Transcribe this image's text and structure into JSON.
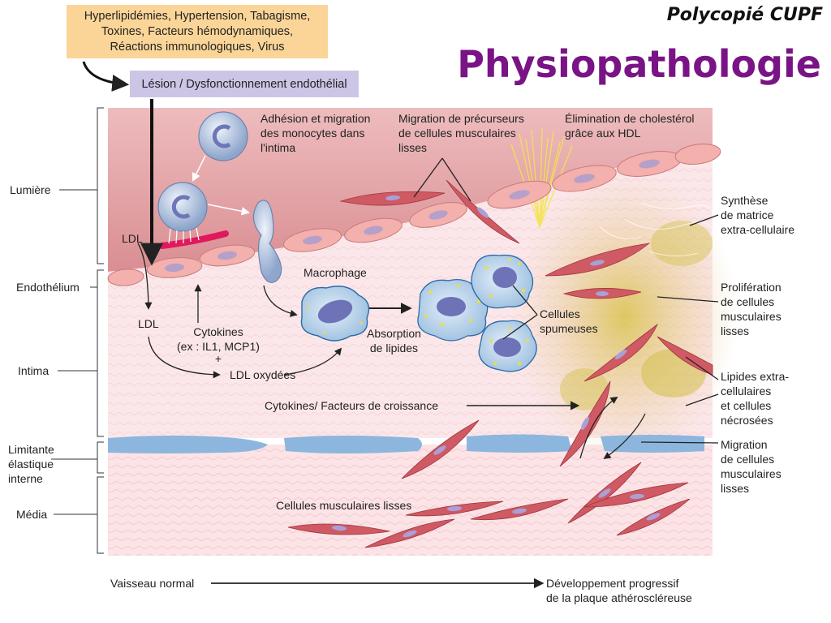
{
  "header": {
    "brand": "Polycopié CUPF",
    "title": "Physiopathologie"
  },
  "risk_factors": [
    "Hyperlipidémies, Hypertension, Tabagisme,",
    "Toxines, Facteurs hémodynamiques,",
    "Réactions immunologiques, Virus"
  ],
  "lesion": "Lésion / Dysfonctionnement endothélial",
  "layers": {
    "lumiere": "Lumière",
    "endothelium": "Endothélium",
    "intima": "Intima",
    "limitante": [
      "Limitante",
      "élastique",
      "interne"
    ],
    "media": "Média"
  },
  "labels": {
    "adhesion": [
      "Adhésion et migration",
      "des monocytes dans",
      "l'intima"
    ],
    "migration_precursors": [
      "Migration de précurseurs",
      "de cellules musculaires",
      "lisses"
    ],
    "hdl": [
      "Élimination de cholestérol",
      "grâce aux HDL"
    ],
    "ldl_top": "LDL",
    "ldl_mid": "LDL",
    "macrophage": "Macrophage",
    "absorption": [
      "Absorption",
      "de lipides"
    ],
    "foam_cells": [
      "Cellules",
      "spumeuses"
    ],
    "cytokines": [
      "Cytokines",
      "(ex : IL1, MCP1)",
      "+"
    ],
    "ldl_ox": "LDL oxydées",
    "growth": "Cytokines/ Facteurs de croissance",
    "smooth_muscle": "Cellules musculaires lisses"
  },
  "right_labels": {
    "matrix": [
      "Synthèse",
      "de matrice",
      "extra-cellulaire"
    ],
    "proliferation": [
      "Prolifération",
      "de cellules",
      "musculaires",
      "lisses"
    ],
    "lipids": [
      "Lipides extra-",
      "cellulaires",
      "et cellules",
      "nécrosées"
    ],
    "migration": [
      "Migration",
      "de cellules",
      "musculaires",
      "lisses"
    ]
  },
  "timeline": {
    "start": "Vaisseau normal",
    "end": [
      "Développement progressif",
      "de la plaque athéroscléreuse"
    ]
  },
  "colors": {
    "title": "#7a1486",
    "risk_box": "#fbd598",
    "lesion_box": "#cdc5e6",
    "lumen": "#e9a3a6",
    "endothelial_cell": "#f3b0ac",
    "elastic_lamina": "#8cb6dd",
    "media": "#fbe3e6",
    "smooth_muscle_cell": "#cf5a63",
    "foam_cell": "#c4dcf0",
    "lipid": "#f0dd3a",
    "adhesion_molecule": "#e0195e"
  }
}
